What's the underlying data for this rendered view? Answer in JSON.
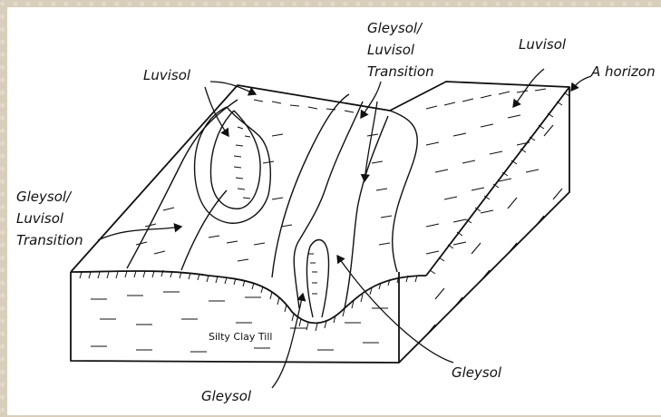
{
  "labels": {
    "luvisol_left": "Luvisol",
    "transition_top": [
      "Gleysol/",
      "Luvisol",
      "Transition"
    ],
    "luvisol_right": "Luvisol",
    "a_horizon": "A horizon",
    "transition_left": [
      "Gleysol/",
      "Luvisol",
      "Transition"
    ],
    "silty_clay_till": "Silty Clay Till",
    "gleysol_right": "Gleysol",
    "gleysol_bottom": "Gleysol"
  },
  "colors": {
    "ink": "#111111",
    "paper": "#ffffff",
    "border": "#d8cebb"
  }
}
